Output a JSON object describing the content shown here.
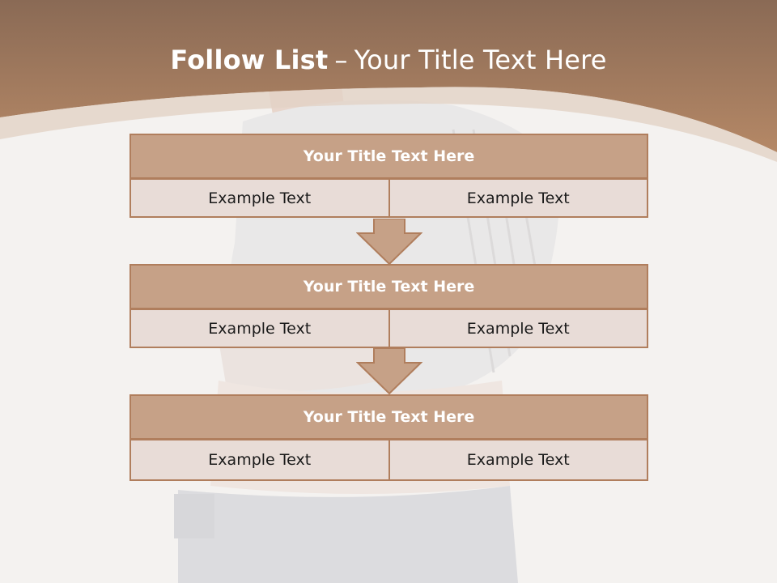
{
  "slide": {
    "title_bold": "Follow List",
    "title_dash": "–",
    "title_rest": "Your Title Text Here"
  },
  "blocks": [
    {
      "title": "Your Title Text Here",
      "left": "Example Text",
      "right": "Example Text"
    },
    {
      "title": "Your Title Text Here",
      "left": "Example Text",
      "right": "Example Text"
    },
    {
      "title": "Your Title Text Here",
      "left": "Example Text",
      "right": "Example Text"
    }
  ],
  "colors": {
    "header_top": "#8a6a55",
    "header_bottom": "#b58866",
    "block_title_fill": "#c6a187",
    "block_border": "#b07e5d",
    "cell_fill": "#e8dcd7"
  }
}
